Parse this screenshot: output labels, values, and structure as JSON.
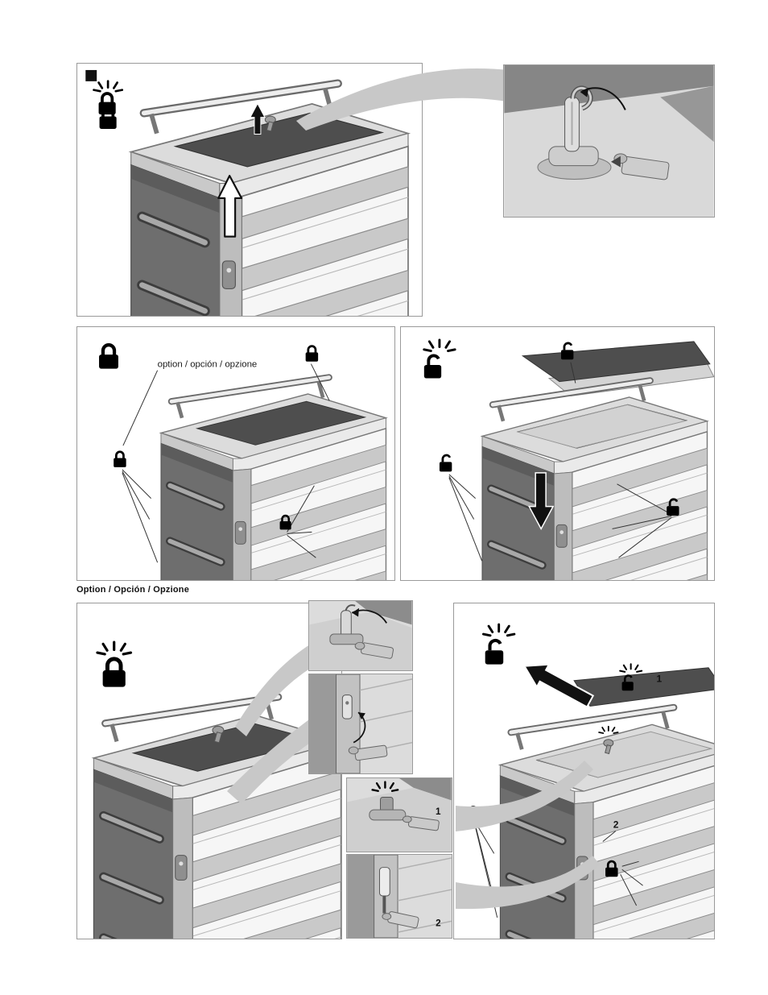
{
  "labels": {
    "option_inline": "option / opción / opzione",
    "option_heading": "Option / Opción / Opzione"
  },
  "steps": {
    "step1": "1",
    "step2": "2"
  },
  "icons": {
    "closed_padlock": "locked-state",
    "open_padlock": "unlocked-state",
    "flashing_rays": "blinking-indicator",
    "keypad_square": "lock-button",
    "up_arrow": "lift-rail-upward",
    "small_up_arrow": "lift-cover",
    "down_arrow": "lower-cover",
    "up_left_arrow": "remove-top-cover",
    "key": "central-lock-key",
    "zoom_swoosh": "magnified-detail-callout"
  },
  "colors": {
    "page_background": "#ffffff",
    "panel_border": "#9a9a9a",
    "cart_body_light": "#dcdcdc",
    "cart_mat_dark": "#4e4e4e",
    "cart_side_dark": "#6e6e6e",
    "drawer_strip": "#c9c9c9",
    "swoosh_grey": "#c8c8c8",
    "ink_black": "#111111"
  }
}
